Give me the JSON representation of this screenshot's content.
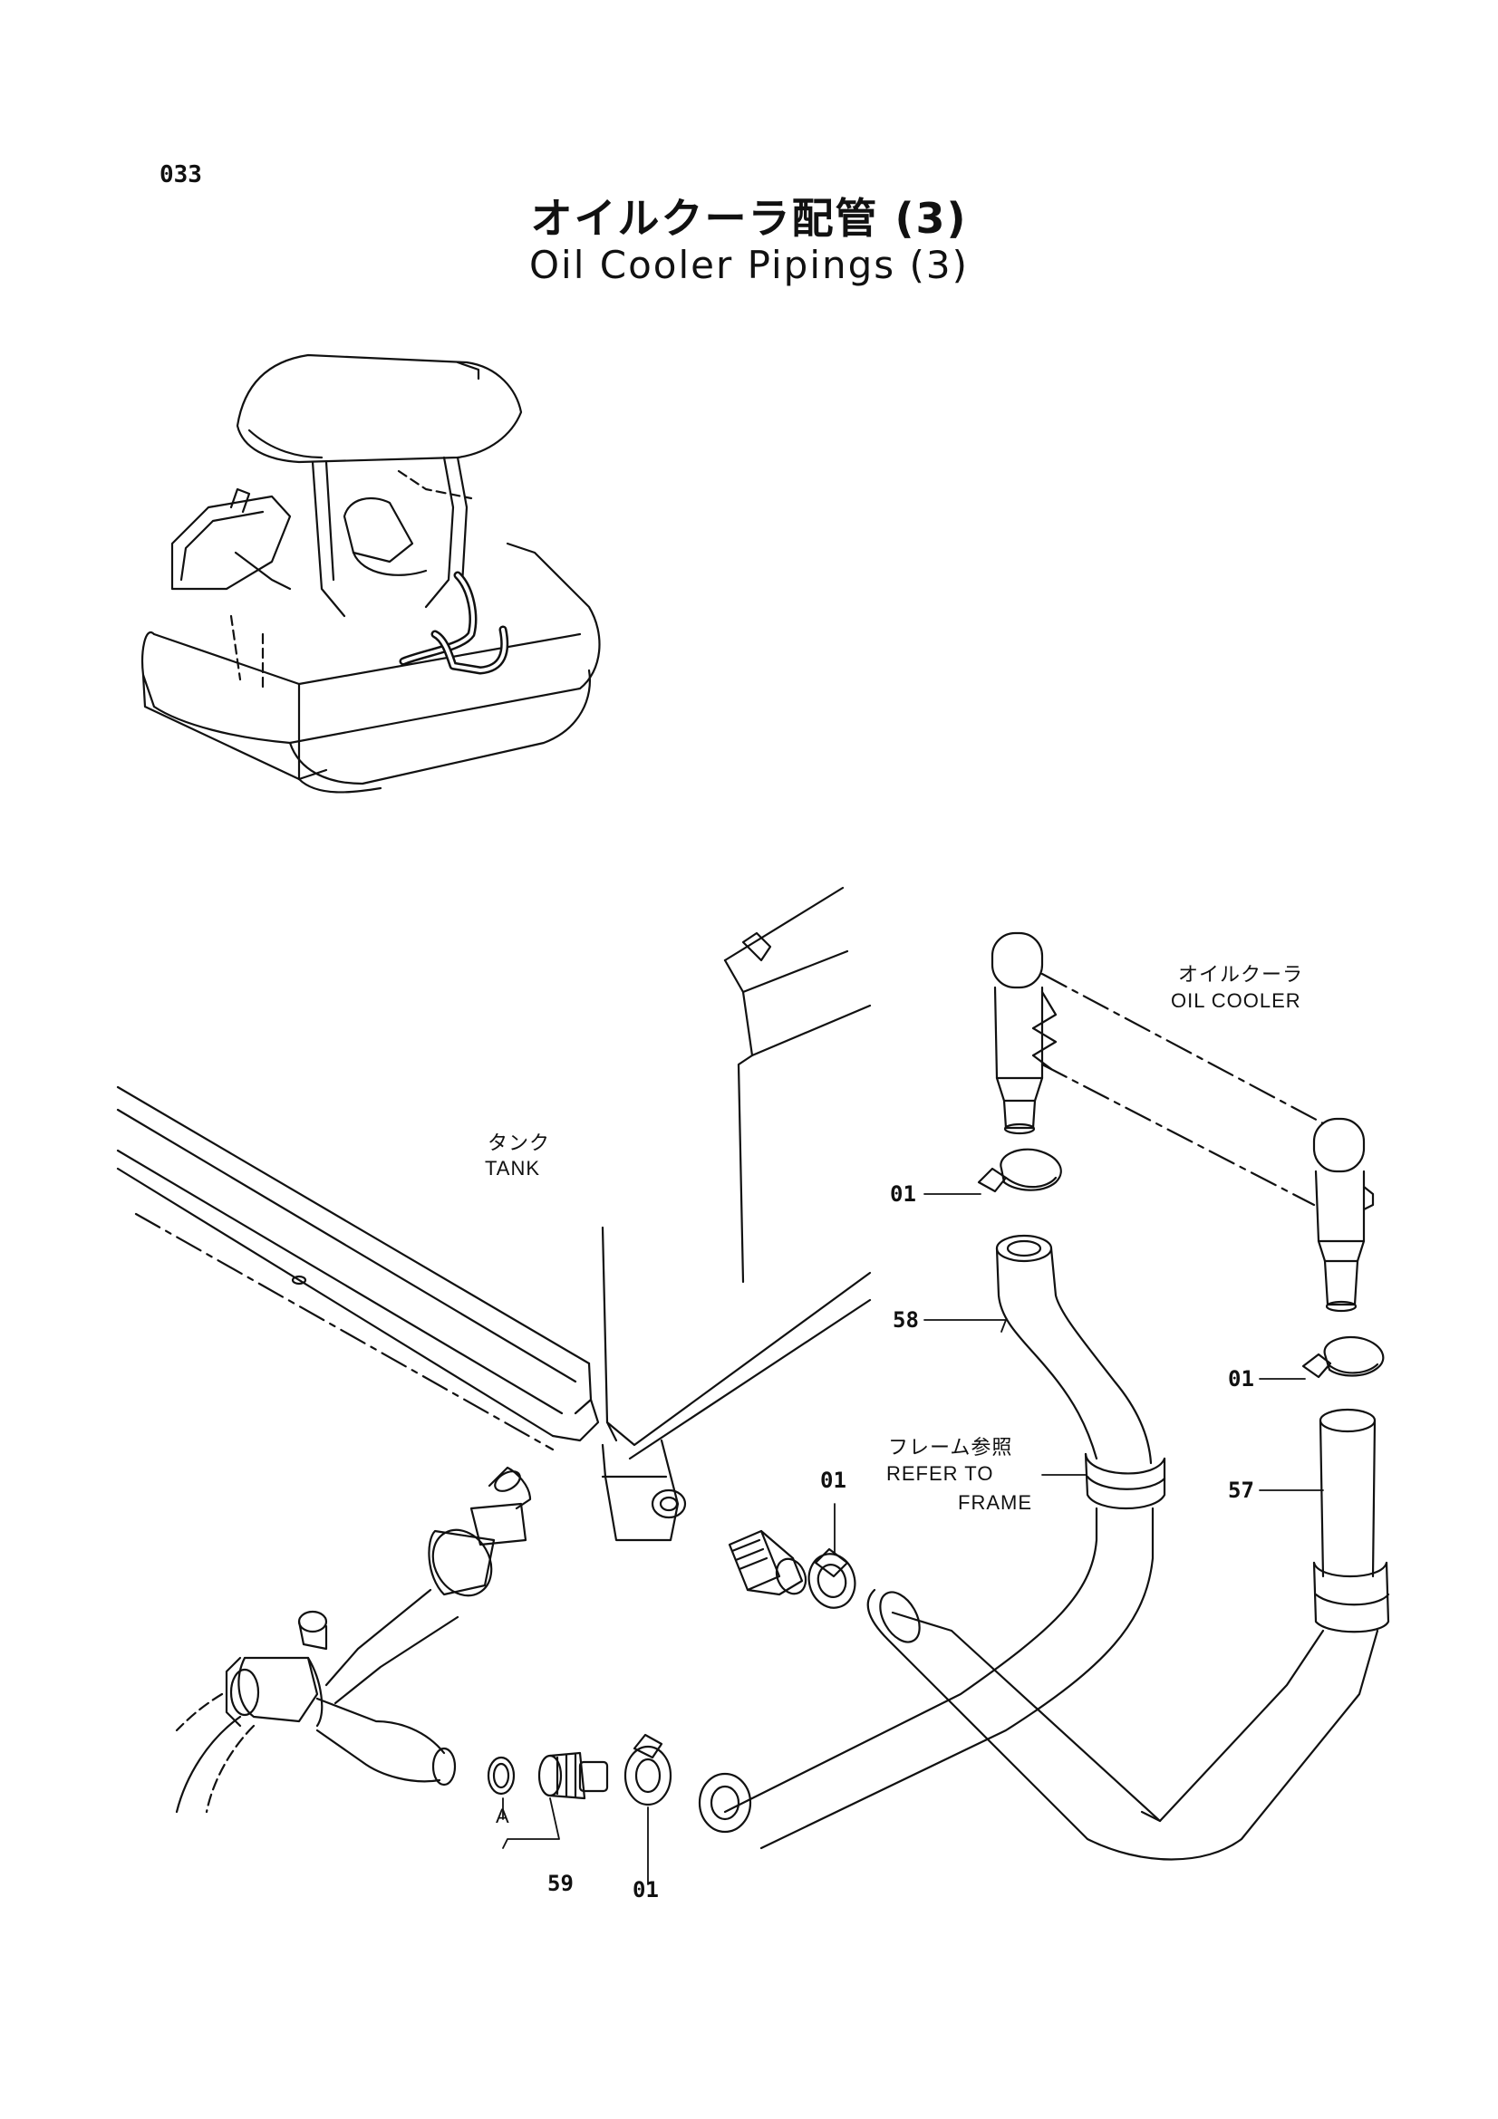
{
  "page": {
    "code": "033"
  },
  "title": {
    "jp": "オイルクーラ配管 (3)",
    "en": "Oil Cooler Pipings (3)"
  },
  "labels": {
    "oil_cooler_jp": "オイルクーラ",
    "oil_cooler_en": "OIL  COOLER",
    "tank_jp": "タンク",
    "tank_en": "TANK",
    "frame_jp": "フレーム参照",
    "refer_to": "REFER  TO",
    "frame_en": "FRAME",
    "detail_a": "A"
  },
  "part_numbers": [
    {
      "id": "clamp-cooler-top",
      "text": "01"
    },
    {
      "id": "hose-58",
      "text": "58"
    },
    {
      "id": "clamp-cooler-bottom",
      "text": "01"
    },
    {
      "id": "hose-57",
      "text": "57"
    },
    {
      "id": "clamp-tank",
      "text": "01"
    },
    {
      "id": "adapter-59",
      "text": "59"
    },
    {
      "id": "clamp-bottom",
      "text": "01"
    }
  ]
}
